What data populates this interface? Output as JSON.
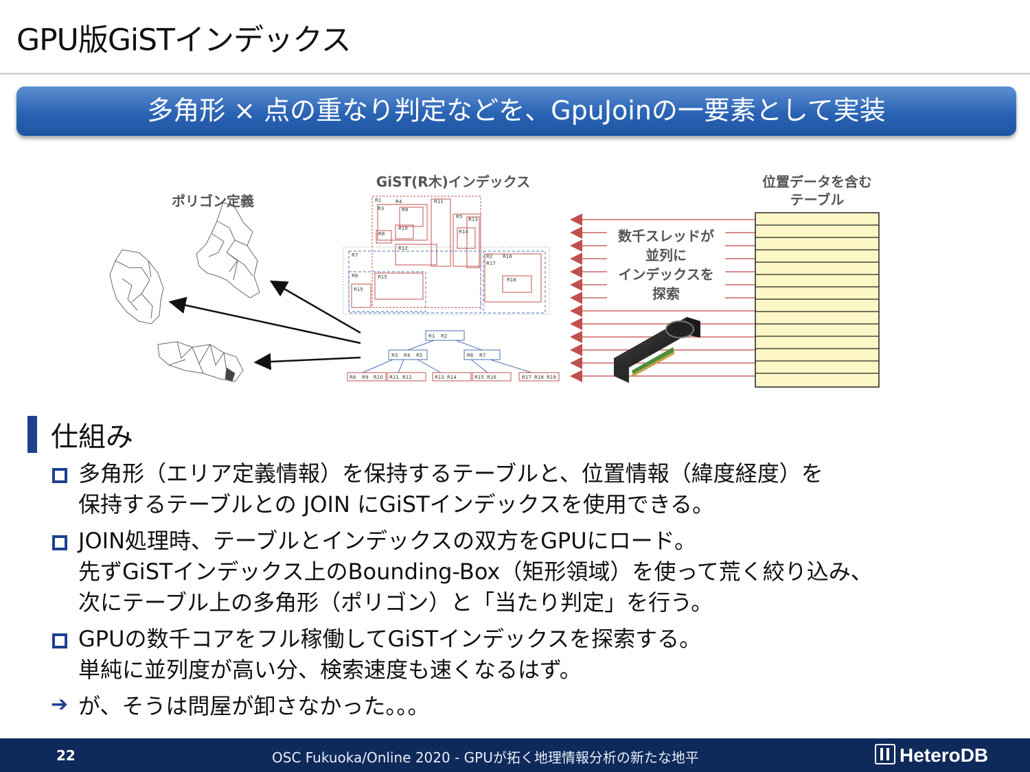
{
  "slide": {
    "title": "GPU版GiSTインデックス",
    "banner": "多角形 × 点の重なり判定などを、GpuJoinの一要素として実装"
  },
  "diagram": {
    "polygon_label": "ポリゴン定義",
    "index_label": "GiST(R木)インデックス",
    "table_label_line1": "位置データを含む",
    "table_label_line2": "テーブル",
    "thread_label_lines": [
      "数千スレッドが",
      "並列に",
      "インデックスを",
      "探索"
    ],
    "rect_labels": [
      "R1",
      "R4",
      "R11",
      "R3",
      "R9",
      "R5",
      "R13",
      "R10",
      "R14",
      "R8",
      "R12",
      "R7",
      "R2",
      "R16",
      "R17",
      "R6",
      "R15",
      "R18",
      "R15"
    ],
    "tree_root": [
      "R1",
      "R2"
    ],
    "tree_mid": [
      "R3",
      "R4",
      "R5",
      "R6",
      "R7"
    ],
    "tree_leaves": [
      "R8",
      "R9",
      "R10",
      "R11",
      "R12",
      "R13",
      "R14",
      "R15",
      "R16",
      "R17",
      "R18",
      "R19"
    ]
  },
  "section": {
    "title": "仕組み",
    "bullets": [
      {
        "lines": [
          "多角形（エリア定義情報）を保持するテーブルと、位置情報（緯度経度）を",
          "保持するテーブルとの JOIN にGiSTインデックスを使用できる。"
        ]
      },
      {
        "lines": [
          "JOIN処理時、テーブルとインデックスの双方をGPUにロード。",
          "先ずGiSTインデックス上のBounding-Box（矩形領域）を使って荒く絞り込み、",
          "次にテーブル上の多角形（ポリゴン）と「当たり判定」を行う。"
        ]
      },
      {
        "lines": [
          "GPUの数千コアをフル稼働してGiSTインデックスを探索する。",
          "単純に並列度が高い分、検索速度も速くなるはず。"
        ]
      }
    ],
    "conclusion": "が、そうは問屋が卸さなかった。。。"
  },
  "footer": {
    "page": "22",
    "text": "OSC Fukuoka/Online 2020 - GPUが拓く地理情報分析の新たな地平",
    "brand": "HeteroDB"
  }
}
